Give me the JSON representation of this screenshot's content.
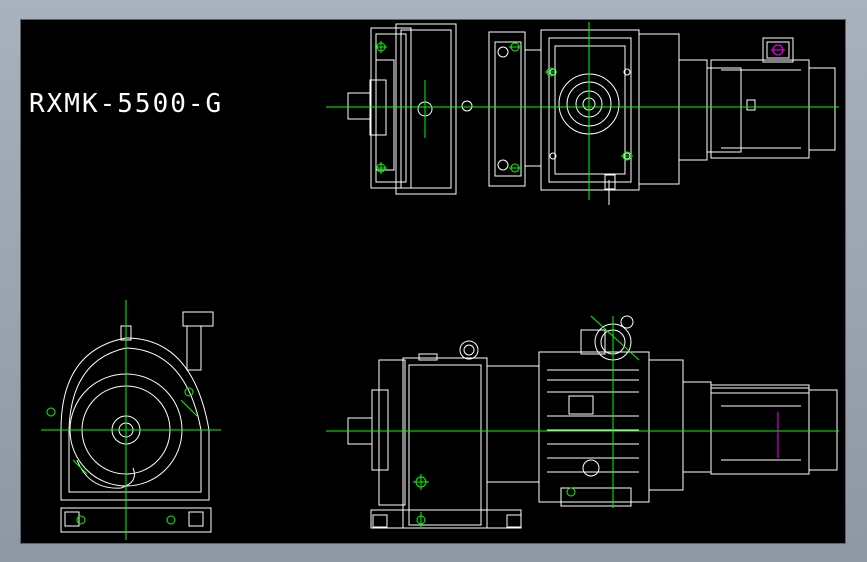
{
  "drawing": {
    "title": "RXMK-5500-G",
    "colors": {
      "background": "#000000",
      "outline": "#ffffff",
      "centerline": "#00ff00",
      "accent": "#ff00ff"
    },
    "views": [
      "top-view",
      "side-view",
      "front-view"
    ]
  }
}
